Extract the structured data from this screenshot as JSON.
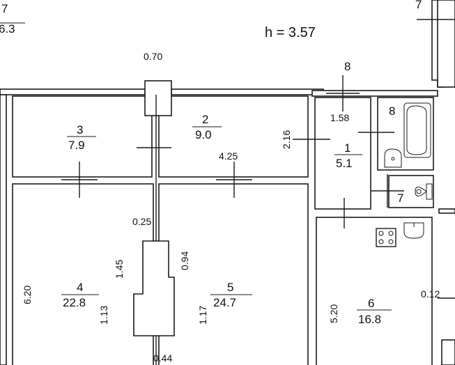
{
  "header": {
    "height_label": "h  =  3.57"
  },
  "rooms": [
    {
      "id": "7a",
      "number": "7",
      "area": "6.3"
    },
    {
      "id": "3",
      "number": "3",
      "area": "7.9"
    },
    {
      "id": "2",
      "number": "2",
      "area": "9.0"
    },
    {
      "id": "1",
      "number": "1",
      "area": "5.1"
    },
    {
      "id": "4",
      "number": "4",
      "area": "22.8"
    },
    {
      "id": "5",
      "number": "5",
      "area": "24.7"
    },
    {
      "id": "6",
      "number": "6",
      "area": "16.8"
    },
    {
      "id": "8",
      "number": "8"
    },
    {
      "id": "7b",
      "number": "7"
    },
    {
      "id": "7c",
      "number": "7"
    }
  ],
  "dimensions": {
    "d070": "0.70",
    "d8": "8",
    "d158": "1.58",
    "d216": "2.16",
    "d425": "4.25",
    "d025": "0.25",
    "d145": "1.45",
    "d094": "0.94",
    "d620": "6.20",
    "d113": "1.13",
    "d117": "1.17",
    "d520": "5.20",
    "d012": "0.12",
    "d044": "0.44"
  }
}
